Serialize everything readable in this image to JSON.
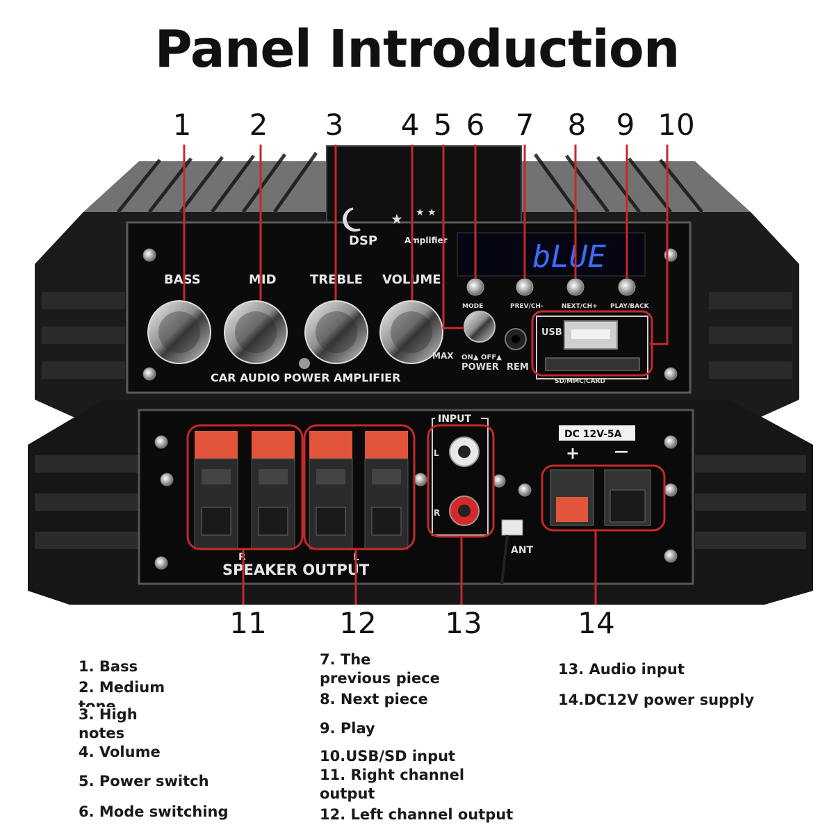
{
  "title": "Panel Introduction",
  "callouts": [
    "1",
    "2",
    "3",
    "4",
    "5",
    "6",
    "7",
    "8",
    "9",
    "10",
    "11",
    "12",
    "13",
    "14"
  ],
  "front_panel": {
    "brand": "DSP",
    "model": "Amplifier",
    "display": "bLUE",
    "knobs": [
      "BASS",
      "MID",
      "TREBLE",
      "VOLUME"
    ],
    "buttons": [
      "MODE",
      "PREV/CH-",
      "NEXT/CH+",
      "PLAY/BACK"
    ],
    "usb_label": "USB",
    "card_label": "SD/MMC/CARD",
    "power_label": "POWER",
    "power_state": "ON▲ OFF▲",
    "rem_label": "REM",
    "bottom_label": "CAR AUDIO POWER AMPLIFIER",
    "scale_max": "MAX"
  },
  "rear_panel": {
    "speaker_label": "SPEAKER OUTPUT",
    "channel_r": "R",
    "channel_l": "L",
    "input_label": "INPUT",
    "input_l": "L",
    "input_r": "R",
    "dc_label": "DC 12V-5A",
    "plus": "+",
    "minus": "—",
    "ant_label": "ANT"
  },
  "legend": {
    "col1": [
      "1. Bass",
      "2. Medium",
      "tone",
      "3. High",
      "notes",
      "4. Volume",
      "5. Power switch",
      "6. Mode switching"
    ],
    "col2": [
      "7. The",
      "previous piece",
      "8. Next piece",
      "9. Play",
      "10.USB/SD input",
      "11. Right channel",
      "output",
      "12. Left channel output"
    ],
    "col3": [
      "13. Audio input",
      "14.DC12V power supply"
    ]
  }
}
